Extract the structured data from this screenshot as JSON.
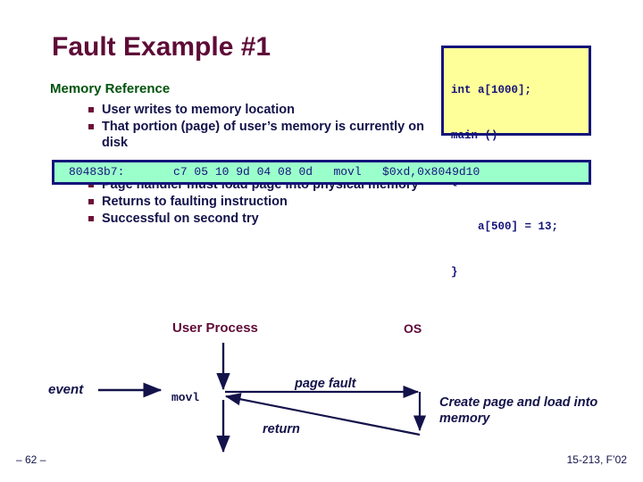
{
  "slide": {
    "title": "Fault Example #1",
    "section_heading": "Memory Reference",
    "bullets_group_a": [
      "User writes to memory location",
      "That portion (page) of user’s memory is currently on disk"
    ],
    "bullets_group_b": [
      "Page handler must load page into physical memory",
      "Returns to faulting instruction",
      "Successful on second try"
    ]
  },
  "code_box": {
    "lines": [
      "int a[1000];",
      "main ()",
      "{",
      "    a[500] = 13;",
      "}"
    ],
    "background_color": "#ffff99",
    "border_color": "#14147a",
    "text_color": "#14147a"
  },
  "asm_box": {
    "text": "80483b7:       c7 05 10 9d 04 08 0d   movl   $0xd,0x8049d10",
    "address": "80483b7:",
    "bytes": "c7 05 10 9d 04 08 0d",
    "mnemonic": "movl",
    "operands": "$0xd,0x8049d10",
    "background_color": "#9bffcc",
    "border_color": "#14147a",
    "text_color": "#14147a"
  },
  "diagram": {
    "user_process_label": "User Process",
    "os_label": "OS",
    "event_label": "event",
    "movl_label": "movl",
    "page_fault_label": "page fault",
    "return_label": "return",
    "create_page_label": "Create page and load into memory",
    "line_color": "#13124a"
  },
  "footer": {
    "left": "– 62 –",
    "right": "15-213, F’02"
  },
  "colors": {
    "title": "#5e0b37",
    "heading_green": "#00530c",
    "body_text": "#13124a",
    "bullet_marker": "#6b1038",
    "background": "#ffffff"
  }
}
